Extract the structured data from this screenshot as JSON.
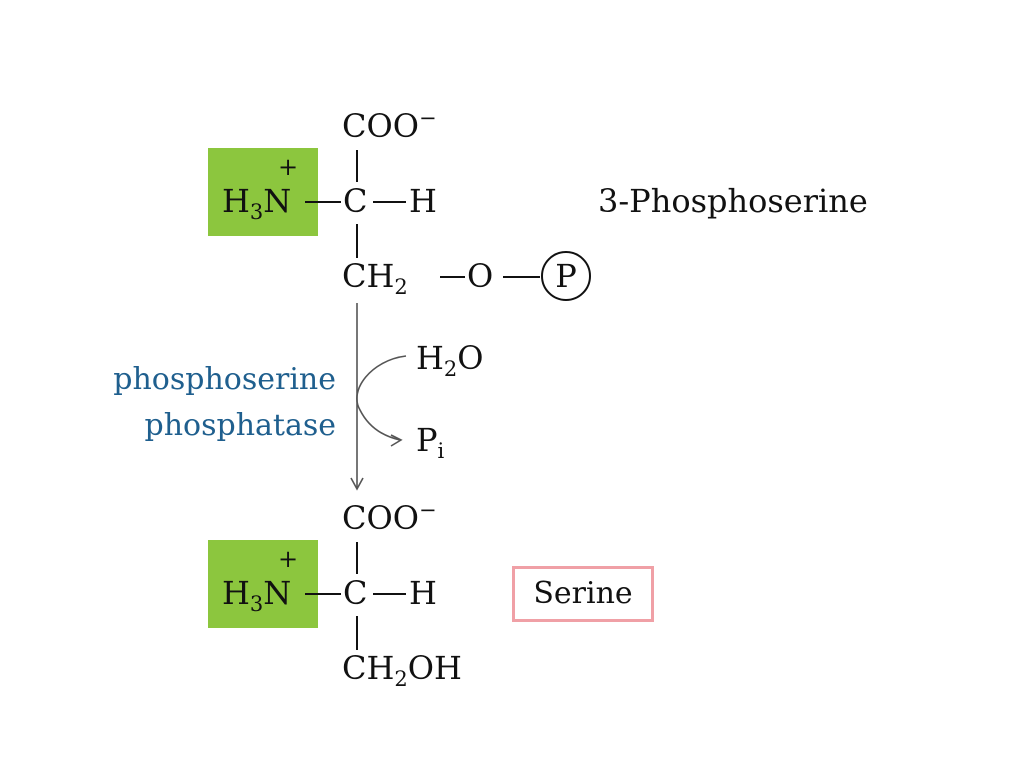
{
  "reactant": {
    "name": "3-Phosphoserine",
    "carboxyl": "COO",
    "carboxyl_charge": "−",
    "amino_h": "H",
    "amino_h_sub": "3",
    "amino_n": "N",
    "amino_charge": "+",
    "alpha_c": "C",
    "alpha_h": "H",
    "side_ch": "CH",
    "side_ch_sub": "2",
    "side_o": "O",
    "phosphate": "P"
  },
  "reaction": {
    "enzyme_line1": "phosphoserine",
    "enzyme_line2": "phosphatase",
    "water_h": "H",
    "water_sub": "2",
    "water_o": "O",
    "pi_p": "P",
    "pi_sub": "i"
  },
  "product": {
    "name": "Serine",
    "carboxyl": "COO",
    "carboxyl_charge": "−",
    "amino_h": "H",
    "amino_h_sub": "3",
    "amino_n": "N",
    "amino_charge": "+",
    "alpha_c": "C",
    "alpha_h": "H",
    "side_ch": "CH",
    "side_ch_sub": "2",
    "side_oh": "OH"
  },
  "colors": {
    "amino_highlight": "#8cc63e",
    "enzyme_text": "#1f5f8e",
    "serine_box_border": "#f0a0a6"
  }
}
